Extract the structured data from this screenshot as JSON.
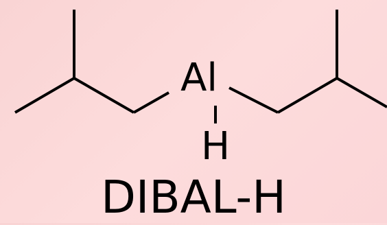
{
  "molecule": {
    "central_atom": "Al",
    "hydride_atom": "H",
    "substituents": [
      "isobutyl",
      "isobutyl"
    ]
  },
  "compound_name": "DIBAL-H",
  "colors": {
    "background_start": "#f9d4d4",
    "background_end": "#fbd6d8",
    "ink": "#000000"
  }
}
